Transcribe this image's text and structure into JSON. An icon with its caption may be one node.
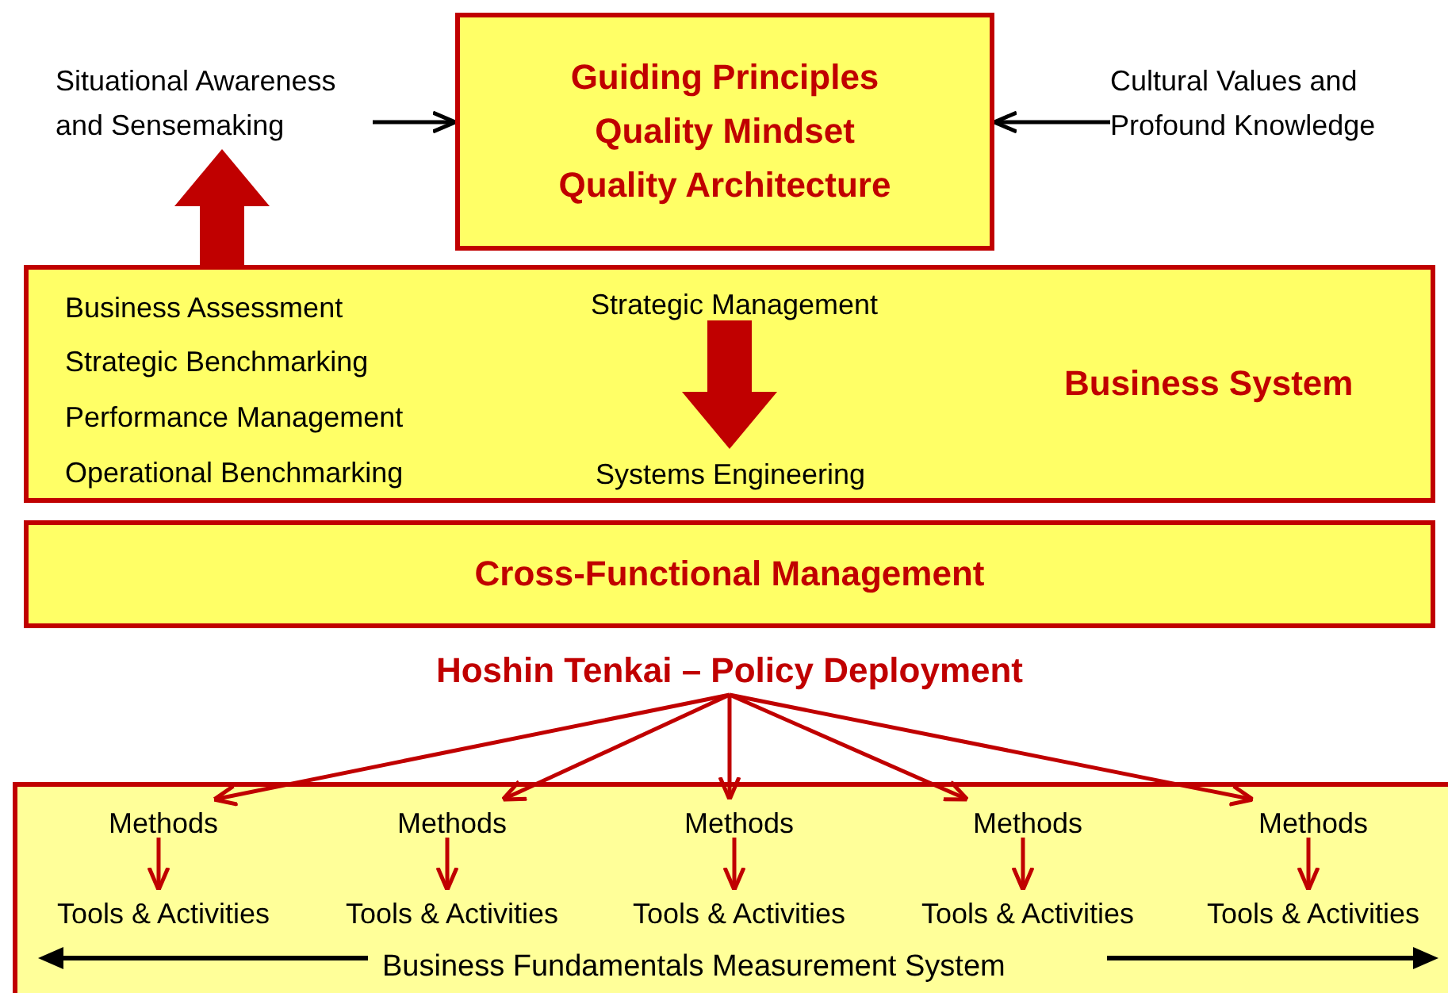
{
  "diagram": {
    "nodes": [
      {
        "text": [
          "Situational Awareness and Sensemaking"
        ]
      },
      {
        "text": [
          "Guiding Principles",
          "Quality Mindset",
          "Quality Architecture"
        ]
      },
      {
        "text": [
          "Cultural  Values and Profound Knowledge"
        ]
      },
      {
        "text": [
          "Business Assessment",
          "Strategic Benchmarking",
          "Performance Management",
          "Operational Benchmarking",
          "Business System"
        ]
      },
      {
        "text": [
          "Strategic Management"
        ],
        "in": 3
      },
      {
        "text": [
          "Systems Engineering"
        ],
        "in": 3
      },
      {
        "text": [
          "Cross-Functional Management"
        ]
      },
      {
        "text": [
          "Hoshin Tenkai – Policy Deployment"
        ]
      },
      {
        "text": [
          "Business Fundamentals Measurement System"
        ]
      },
      {
        "text": [
          "Methods"
        ],
        "in": 8
      },
      {
        "text": [
          "Methods"
        ],
        "in": 8
      },
      {
        "text": [
          "Methods"
        ],
        "in": 8
      },
      {
        "text": [
          "Methods"
        ],
        "in": 8
      },
      {
        "text": [
          "Methods"
        ],
        "in": 8
      },
      {
        "text": [
          "Tools & Activities"
        ],
        "in": 8
      },
      {
        "text": [
          "Tools & Activities"
        ],
        "in": 8
      },
      {
        "text": [
          "Tools & Activities"
        ],
        "in": 8
      },
      {
        "text": [
          "Tools & Activities"
        ],
        "in": 8
      },
      {
        "text": [
          "Tools & Activities"
        ],
        "in": 8
      }
    ],
    "edges": [
      {
        "from": 0,
        "to": 1,
        "arrow": "to",
        "color": "#000000"
      },
      {
        "from": 2,
        "to": 1,
        "arrow": "to",
        "color": "#000000"
      },
      {
        "from": 3,
        "to": 0,
        "arrow": "to",
        "style": "thick"
      },
      {
        "from": 4,
        "to": 5,
        "arrow": "to",
        "style": "thick"
      },
      {
        "from": 7,
        "to": 9,
        "arrow": "to"
      },
      {
        "from": 7,
        "to": 10,
        "arrow": "to"
      },
      {
        "from": 7,
        "to": 11,
        "arrow": "to"
      },
      {
        "from": 7,
        "to": 12,
        "arrow": "to"
      },
      {
        "from": 7,
        "to": 13,
        "arrow": "to"
      },
      {
        "from": 9,
        "to": 14,
        "arrow": "to"
      },
      {
        "from": 10,
        "to": 15,
        "arrow": "to"
      },
      {
        "from": 11,
        "to": 16,
        "arrow": "to"
      },
      {
        "from": 12,
        "to": 17,
        "arrow": "to"
      },
      {
        "from": 13,
        "to": 18,
        "arrow": "to"
      }
    ]
  }
}
